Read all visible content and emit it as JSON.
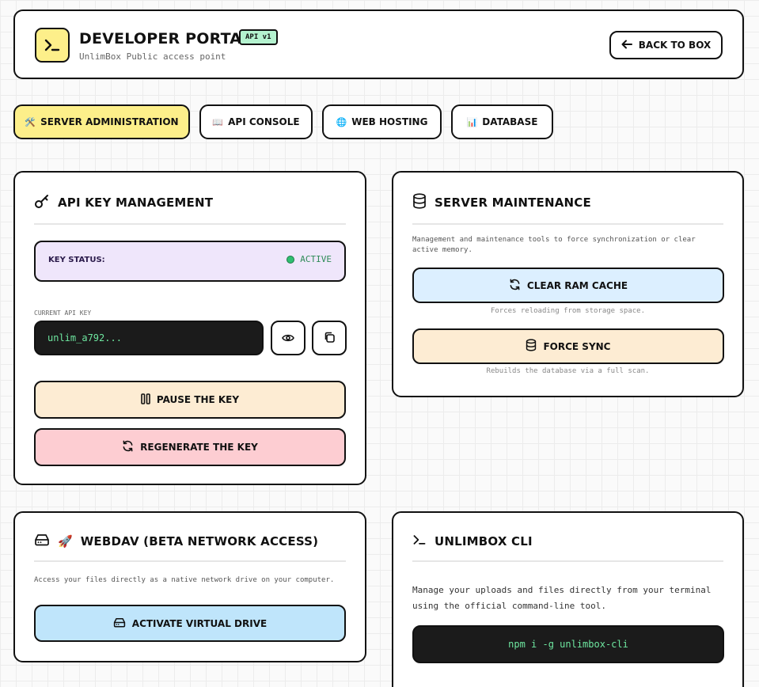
{
  "header": {
    "title": "DEVELOPER PORTAL",
    "badge": "API v1",
    "subtitle": "UnlimBox Public access point",
    "back_label": "BACK TO BOX"
  },
  "tabs": [
    {
      "label": "SERVER ADMINISTRATION",
      "emoji": "🛠️",
      "active": true
    },
    {
      "label": "API CONSOLE",
      "emoji": "📖",
      "active": false
    },
    {
      "label": "WEB HOSTING",
      "emoji": "🌐",
      "active": false
    },
    {
      "label": "DATABASE",
      "emoji": "📊",
      "active": false
    }
  ],
  "api_key": {
    "title": "API KEY MANAGEMENT",
    "status_label": "KEY STATUS:",
    "status_value": "ACTIVE",
    "current_key_label": "CURRENT API KEY",
    "key_value": "unlim_a792...",
    "pause_label": "PAUSE THE KEY",
    "regenerate_label": "REGENERATE THE KEY"
  },
  "maintenance": {
    "title": "SERVER MAINTENANCE",
    "description": "Management and maintenance tools to force synchronization or clear active memory.",
    "clear_label": "CLEAR RAM CACHE",
    "clear_caption": "Forces reloading from storage space.",
    "sync_label": "FORCE SYNC",
    "sync_caption": "Rebuilds the database via a full scan."
  },
  "webdav": {
    "emoji": "🚀",
    "title": "WEBDAV (BETA NETWORK ACCESS)",
    "description": "Access your files directly as a native network drive on your computer.",
    "activate_label": "ACTIVATE VIRTUAL DRIVE"
  },
  "cli": {
    "title": "UNLIMBOX CLI",
    "description": "Manage your uploads and files directly from your terminal using the official command-line tool.",
    "command": "npm i -g unlimbox-cli"
  },
  "colors": {
    "accent_yellow": "#fdef8a",
    "badge_green": "#b4f2cf",
    "status_bg": "#efe6fb",
    "status_dot": "#2fbf71",
    "status_text": "#2e8b57",
    "pause_bg": "#fdecd3",
    "regenerate_bg": "#fdcdd2",
    "clear_bg": "#dcefff",
    "sync_bg": "#fdecd3",
    "activate_bg": "#bfe5fb",
    "terminal_bg": "#1b1b1b",
    "terminal_text": "#6ee7a0"
  }
}
